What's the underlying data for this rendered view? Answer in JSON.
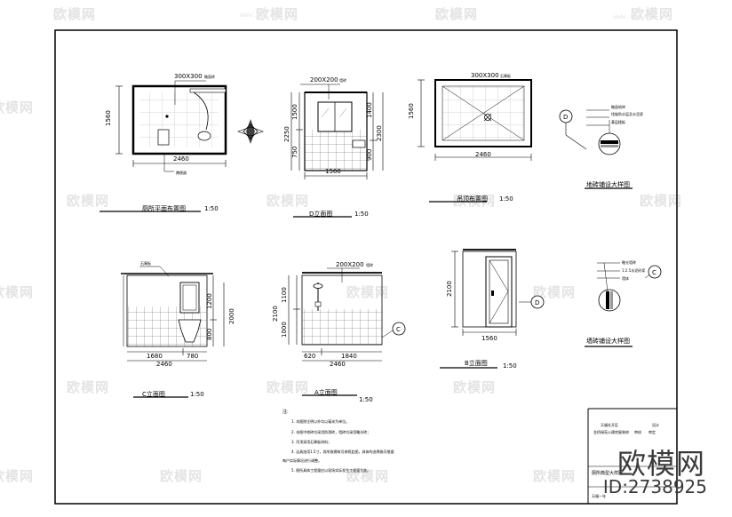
{
  "watermark": {
    "brand": "欧模网",
    "url": "www.om.cn"
  },
  "brand_mark": {
    "name": "欧模网",
    "id": "ID:2738925"
  },
  "plan": {
    "tile_note": "300X300",
    "tile_note_suffix": "釉面砖",
    "dim_width": "2460",
    "dim_height": "1560",
    "fixture_note": "蹲便器",
    "title": "厕所平面布置图",
    "scale": "1:50"
  },
  "elev_d": {
    "tile_note": "200X200",
    "tile_note_suffix": "墙砖",
    "dim_left_top": "1500",
    "dim_left_bottom": "750",
    "dim_left_total": "2250",
    "dim_right_top": "1400",
    "dim_right_bottom": "900",
    "dim_right_total": "2300",
    "dim_width": "1560",
    "title": "D立面图",
    "scale": "1:50"
  },
  "ceiling": {
    "tile_note": "300X300",
    "tile_note_suffix": "石膏板",
    "dim_height": "1560",
    "dim_width": "2460",
    "title": "吊顶布置图",
    "scale": "1:50"
  },
  "floor_detail": {
    "marker": "D",
    "notes": [
      "釉面地砖",
      "找坡防水层及水泥浆",
      "基层楼板"
    ],
    "title": "地砖铺设大样图"
  },
  "elev_c": {
    "note": "石膏板",
    "dim_mirror": "1200",
    "dim_basin": "800",
    "dim_total": "2000",
    "dim_left": "1680",
    "dim_right": "780",
    "dim_width": "2460",
    "title": "C立面图",
    "scale": "1:50"
  },
  "elev_a": {
    "tile_note": "200X200",
    "tile_note_suffix": "墙砖",
    "dim_top": "1100",
    "dim_bottom": "1000",
    "dim_total": "2100",
    "dim_left": "620",
    "dim_right": "1840",
    "dim_width": "2460",
    "marker": "C",
    "title": "A立面图",
    "scale": "1:50"
  },
  "elev_b": {
    "dim_height": "2100",
    "dim_width": "1560",
    "marker": "D",
    "title": "B立面图",
    "scale": "1:50"
  },
  "wall_detail": {
    "marker": "C",
    "notes": [
      "釉光墙砖",
      "1:2.5水泥砂浆",
      "墙体"
    ],
    "title": "墙砖铺设大样图"
  },
  "notes": {
    "heading": "注:",
    "items": [
      "1. 本图除注明以外均以毫米为单位。",
      "2. 本图中地砖均采用防滑砖，墙砖均采用釉光砖；",
      "3. 吊顶采用石膏板材料；",
      "4. 洁具选用1.5寸，其所按建筑可参照此图，具体的选择施可根据",
      "   每户实际情况进行调整。",
      "5. 厕所具体工程量应以现场实际发生工程量为准。"
    ]
  },
  "title_block": {
    "company_line1": "天福社开区",
    "company_line2": "金桥绿苑公建房屋装修",
    "design_label": "设计",
    "check_label": "审核",
    "review_label": "审定",
    "drawing_name": "厕所典型大样图",
    "bottom_text": "天福一年"
  }
}
